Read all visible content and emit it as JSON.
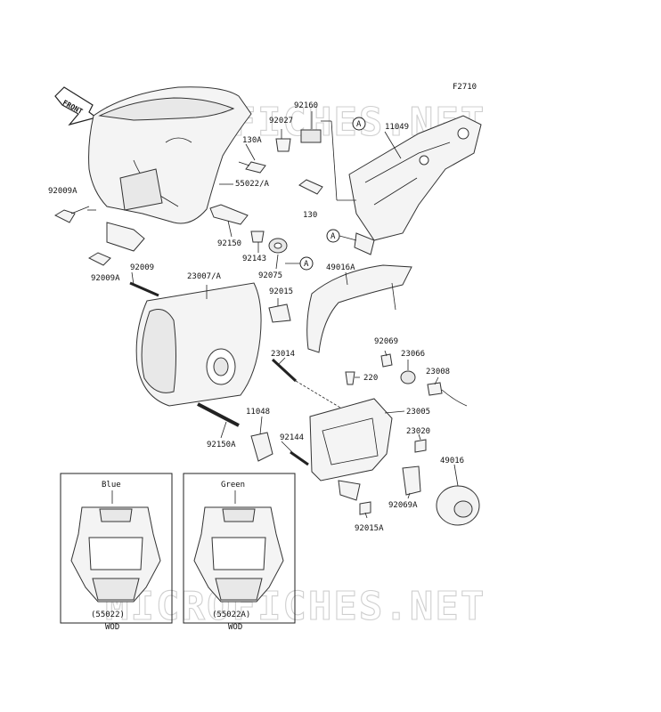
{
  "figure_id": "F2710",
  "front_label": "FRONT",
  "watermark": "MICROFICHES.NET",
  "parts": {
    "p92009A_a": "92009A",
    "p92009A_b": "92009A",
    "p92009": "92009",
    "p130A": "130A",
    "p55022A": "55022/A",
    "p92027": "92027",
    "p92160": "92160",
    "p11049": "11049",
    "p130": "130",
    "p92150": "92150",
    "p92143": "92143",
    "p92075": "92075",
    "p23007A": "23007/A",
    "p92015": "92015",
    "p49016A": "49016A",
    "p92069": "92069",
    "p23066": "23066",
    "p23008": "23008",
    "p23014": "23014",
    "p220": "220",
    "p23005": "23005",
    "p11048": "11048",
    "p92144": "92144",
    "p92150A": "92150A",
    "p23020": "23020",
    "p49016": "49016",
    "p92069A": "92069A",
    "p92015A": "92015A"
  },
  "callouts": {
    "a1": "A",
    "a2": "A",
    "a3": "A"
  },
  "insets": [
    {
      "color_label": "Blue",
      "part_ref": "(55022)",
      "code": "WOD"
    },
    {
      "color_label": "Green",
      "part_ref": "(55022A)",
      "code": "WOD"
    }
  ]
}
